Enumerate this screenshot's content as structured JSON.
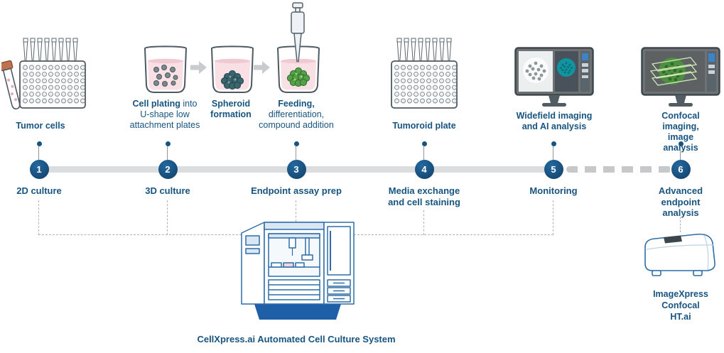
{
  "palette": {
    "text_blue": "#175480",
    "step_circle_blue": "#174e7c",
    "timeline_gray": "#dcdddf",
    "connector_gray": "#aeb1b3",
    "instrument_line_blue": "#2e6da8",
    "instrument_base_blue": "#1e5fa7",
    "liquid_pink": "#f8e0e5",
    "spheroid_dark": "#3a656c",
    "spheroid_green": "#55a047",
    "imaging_teal": "#0f98a2"
  },
  "stages": {
    "tumor_cells": {
      "title": "Tumor cells"
    },
    "cell_plating": {
      "title_bold": "Cell plating",
      "title_rest": "into\nU-shape low\nattachment plates"
    },
    "spheroid_formation": {
      "title": "Spheroid\nformation"
    },
    "feeding": {
      "title_bold": "Feeding,",
      "title_rest": "\ndifferentiation,\ncompound addition"
    },
    "tumoroid_plate": {
      "title": "Tumoroid plate"
    },
    "widefield": {
      "title": "Widefield imaging\nand AI analysis"
    },
    "confocal": {
      "title": "Confocal imaging,\nimage analysis"
    }
  },
  "timeline": {
    "steps": [
      {
        "number": "1",
        "label": "2D culture"
      },
      {
        "number": "2",
        "label": "3D culture"
      },
      {
        "number": "3",
        "label": "Endpoint assay prep"
      },
      {
        "number": "4",
        "label": "Media exchange\nand cell staining"
      },
      {
        "number": "5",
        "label": "Monitoring"
      },
      {
        "number": "6",
        "label": "Advanced\nendpoint analysis"
      }
    ]
  },
  "instruments": {
    "cellxpress": {
      "label": "CellXpress.ai Automated Cell Culture System"
    },
    "imagexpress": {
      "label": "ImageXpress\nConfocal HT.ai"
    }
  },
  "icons": [
    "test-tube-icon",
    "microplate-icon",
    "pipette-tips-icon",
    "beaker-cells-icon",
    "beaker-spheroid-icon",
    "beaker-feeding-pipette-icon",
    "arrow-right-icon",
    "monitor-widefield-icon",
    "monitor-confocal-icon",
    "cellxpress-instrument-icon",
    "imagexpress-instrument-icon"
  ]
}
